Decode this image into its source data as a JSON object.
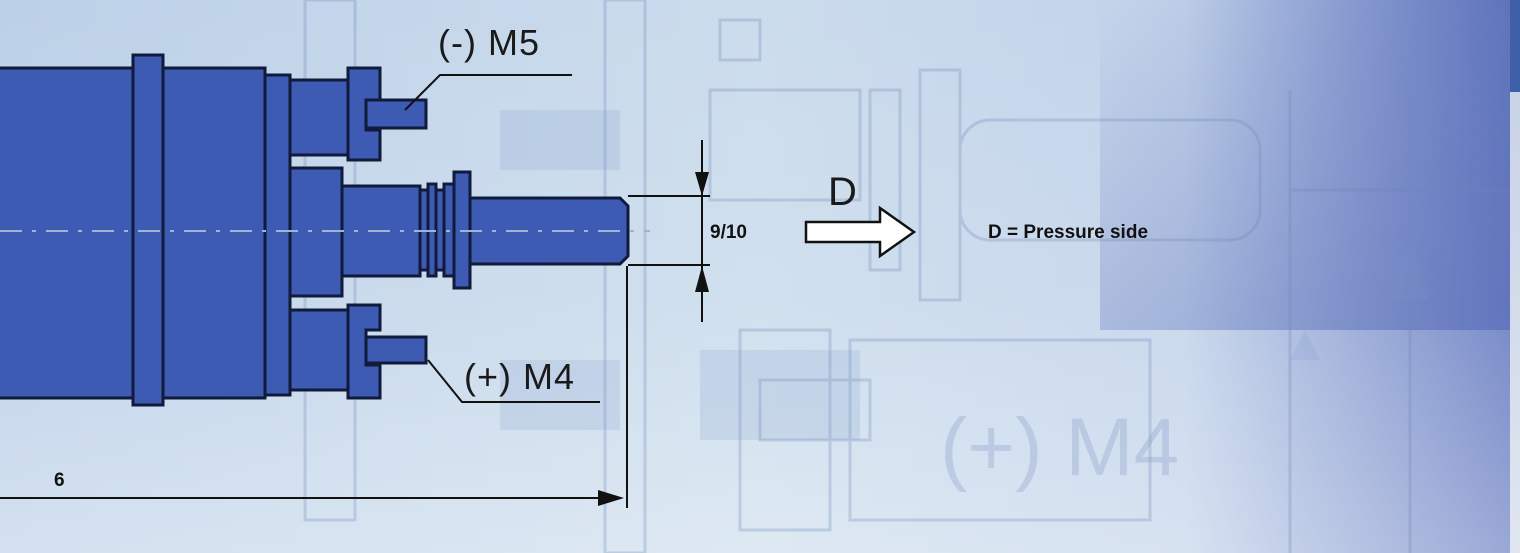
{
  "diagram": {
    "labels": {
      "negative_terminal": "(-) M5",
      "positive_terminal": "(+) M4",
      "shaft_dimension": "9/10",
      "length_dimension": "6",
      "pressure_arrow_letter": "D",
      "pressure_legend": "D = Pressure side"
    },
    "background_watermark_text": "(+) M4",
    "colors": {
      "motor_body": "#3e5bb4",
      "outline": "#101a3a",
      "background": "#c9d9ea",
      "accent_right": "#4a62ad",
      "arrow_fill": "#ffffff"
    }
  }
}
